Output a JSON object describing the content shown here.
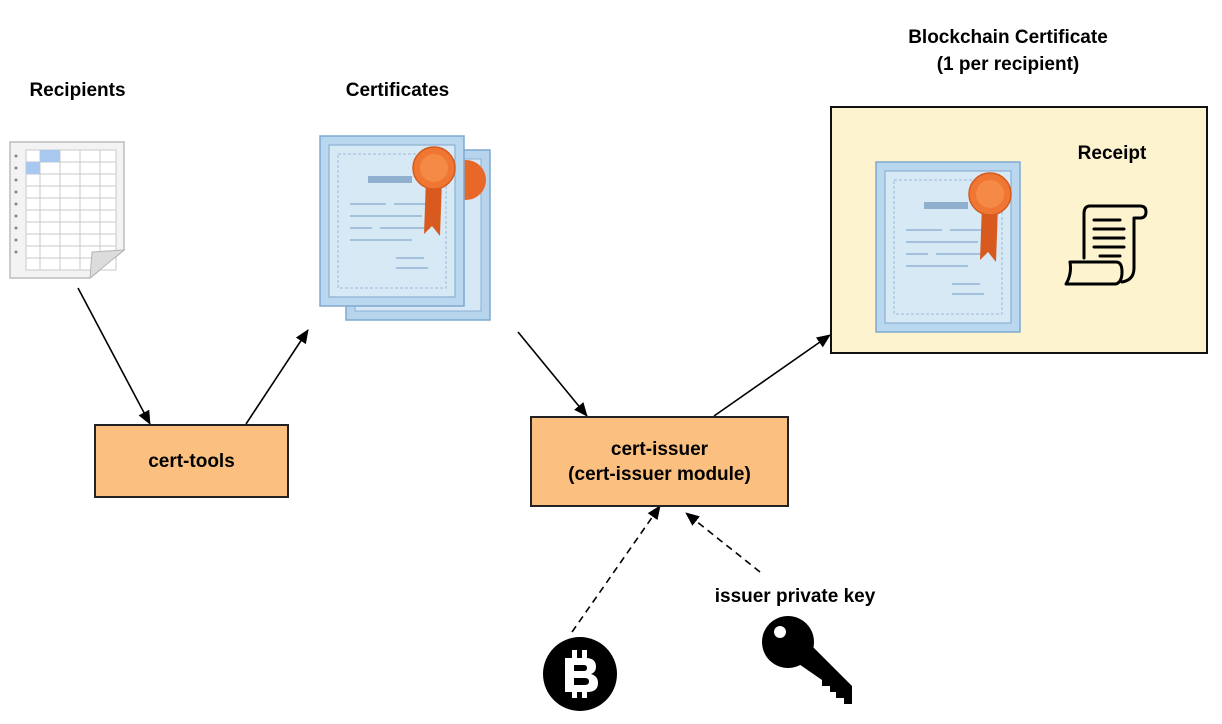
{
  "labels": {
    "recipients": "Recipients",
    "certificates": "Certificates",
    "blockchain_certificate_line1": "Blockchain Certificate",
    "blockchain_certificate_line2": "(1 per recipient)",
    "receipt": "Receipt",
    "issuer_private_key": "issuer private key"
  },
  "boxes": {
    "cert_tools": "cert-tools",
    "cert_issuer_line1": "cert-issuer",
    "cert_issuer_line2": "(cert-issuer module)"
  },
  "colors": {
    "process_box": "#fbbf7f",
    "output_panel": "#fdf3cf",
    "certificate_paper": "#bcd9ef",
    "ribbon": "#e8682a"
  },
  "icons": {
    "recipients": "spreadsheet-icon",
    "certificates": "certificate-stack-icon",
    "blockchain_certificate": "certificate-icon",
    "receipt": "receipt-scroll-icon",
    "bitcoin": "bitcoin-icon",
    "key": "key-icon"
  }
}
